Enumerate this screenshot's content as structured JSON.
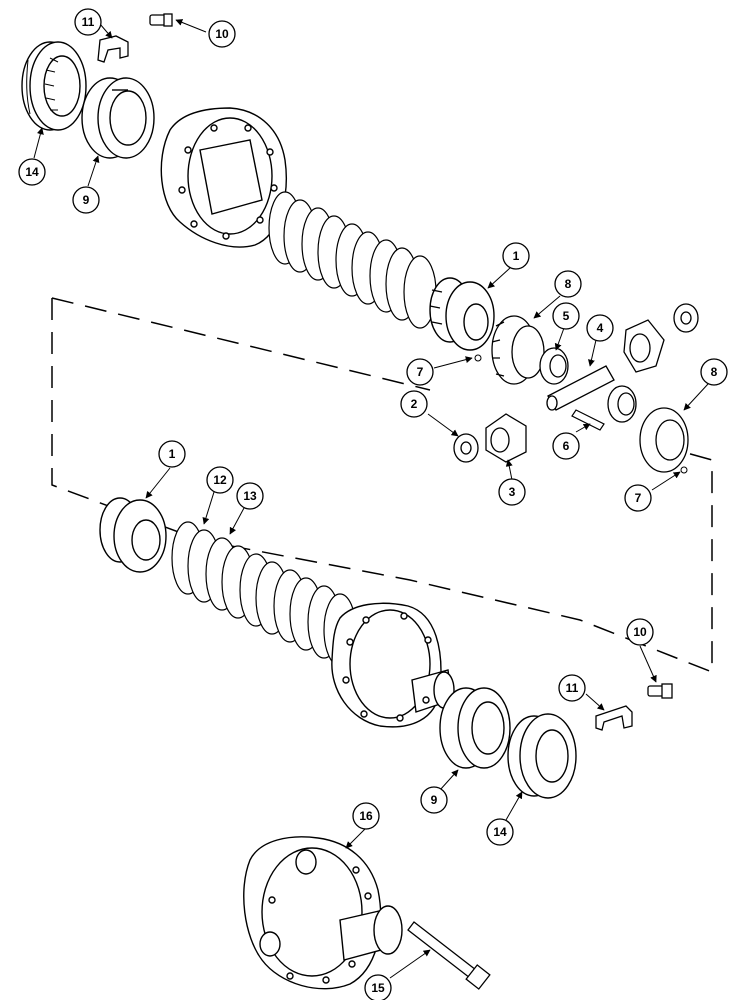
{
  "diagram": {
    "type": "exploded-parts-view",
    "assembly": "differential",
    "callouts": [
      {
        "id": "c11-top",
        "label": "11"
      },
      {
        "id": "c10-top",
        "label": "10"
      },
      {
        "id": "c14-top",
        "label": "14"
      },
      {
        "id": "c9-top",
        "label": "9"
      },
      {
        "id": "c1-top",
        "label": "1"
      },
      {
        "id": "c8-top",
        "label": "8"
      },
      {
        "id": "c5",
        "label": "5"
      },
      {
        "id": "c4",
        "label": "4"
      },
      {
        "id": "c7-top",
        "label": "7"
      },
      {
        "id": "c2",
        "label": "2"
      },
      {
        "id": "c3",
        "label": "3"
      },
      {
        "id": "c6",
        "label": "6"
      },
      {
        "id": "c8-right",
        "label": "8"
      },
      {
        "id": "c7-right",
        "label": "7"
      },
      {
        "id": "c1-mid",
        "label": "1"
      },
      {
        "id": "c12",
        "label": "12"
      },
      {
        "id": "c13",
        "label": "13"
      },
      {
        "id": "c10-bottom",
        "label": "10"
      },
      {
        "id": "c11-bottom",
        "label": "11"
      },
      {
        "id": "c9-bottom",
        "label": "9"
      },
      {
        "id": "c14-bottom",
        "label": "14"
      },
      {
        "id": "c16",
        "label": "16"
      },
      {
        "id": "c15",
        "label": "15"
      }
    ]
  }
}
